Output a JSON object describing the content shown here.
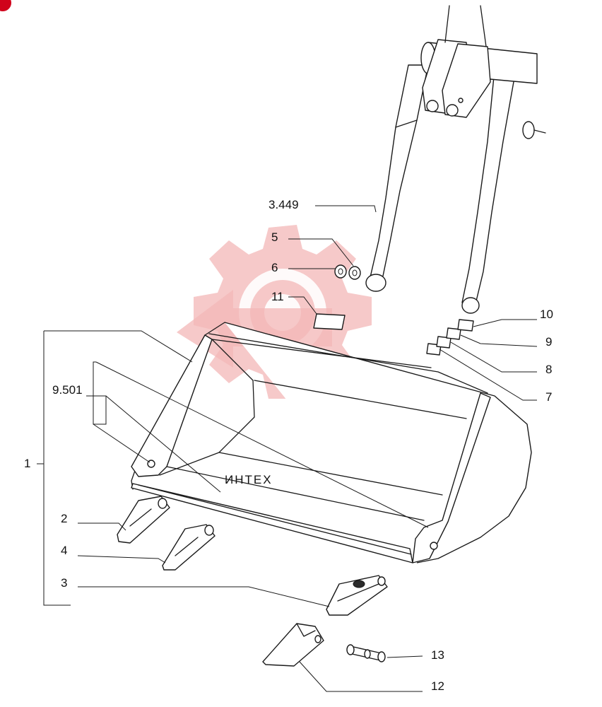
{
  "watermark": {
    "text": "ИНТЕХ",
    "color": "#f3b7b7"
  },
  "callouts": [
    {
      "id": "c-3449",
      "label": "3.449"
    },
    {
      "id": "c-5",
      "label": "5"
    },
    {
      "id": "c-6",
      "label": "6"
    },
    {
      "id": "c-11",
      "label": "11"
    },
    {
      "id": "c-10",
      "label": "10"
    },
    {
      "id": "c-9",
      "label": "9"
    },
    {
      "id": "c-8",
      "label": "8"
    },
    {
      "id": "c-7",
      "label": "7"
    },
    {
      "id": "c-9501",
      "label": "9.501"
    },
    {
      "id": "c-1",
      "label": "1"
    },
    {
      "id": "c-2",
      "label": "2"
    },
    {
      "id": "c-4",
      "label": "4"
    },
    {
      "id": "c-3",
      "label": "3"
    },
    {
      "id": "c-13",
      "label": "13"
    },
    {
      "id": "c-12",
      "label": "12"
    }
  ],
  "accent_color": "#d0021b"
}
